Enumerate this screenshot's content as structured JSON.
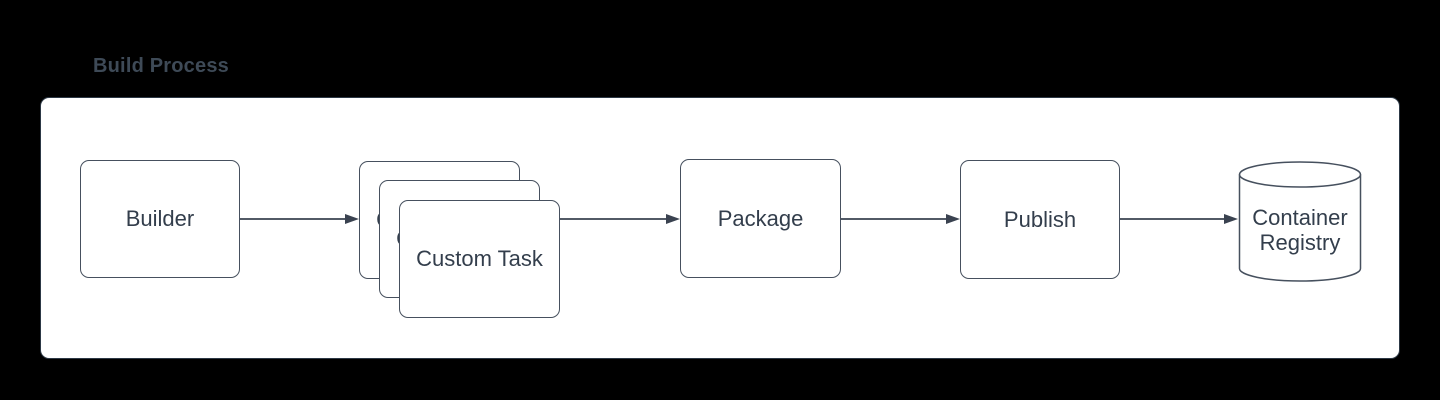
{
  "title": "Build Process",
  "diagram": {
    "nodes": [
      {
        "id": "builder",
        "label": "Builder",
        "shape": "rounded-rect"
      },
      {
        "id": "custom-task",
        "label": "Custom Task",
        "shape": "stacked-rounded-rect",
        "stack_count": 3
      },
      {
        "id": "package",
        "label": "Package",
        "shape": "rounded-rect"
      },
      {
        "id": "publish",
        "label": "Publish",
        "shape": "rounded-rect"
      },
      {
        "id": "container-registry",
        "label": "Container Registry",
        "shape": "cylinder"
      }
    ],
    "edges": [
      {
        "from": "builder",
        "to": "custom-task"
      },
      {
        "from": "custom-task",
        "to": "package"
      },
      {
        "from": "package",
        "to": "publish"
      },
      {
        "from": "publish",
        "to": "container-registry"
      }
    ]
  },
  "colors": {
    "canvas_background": "#000000",
    "panel_background": "#ffffff",
    "panel_border": "#2c3845",
    "node_border": "#46505e",
    "node_text": "#333e4c",
    "arrow": "#3a4250",
    "title": "#3e4a57"
  }
}
